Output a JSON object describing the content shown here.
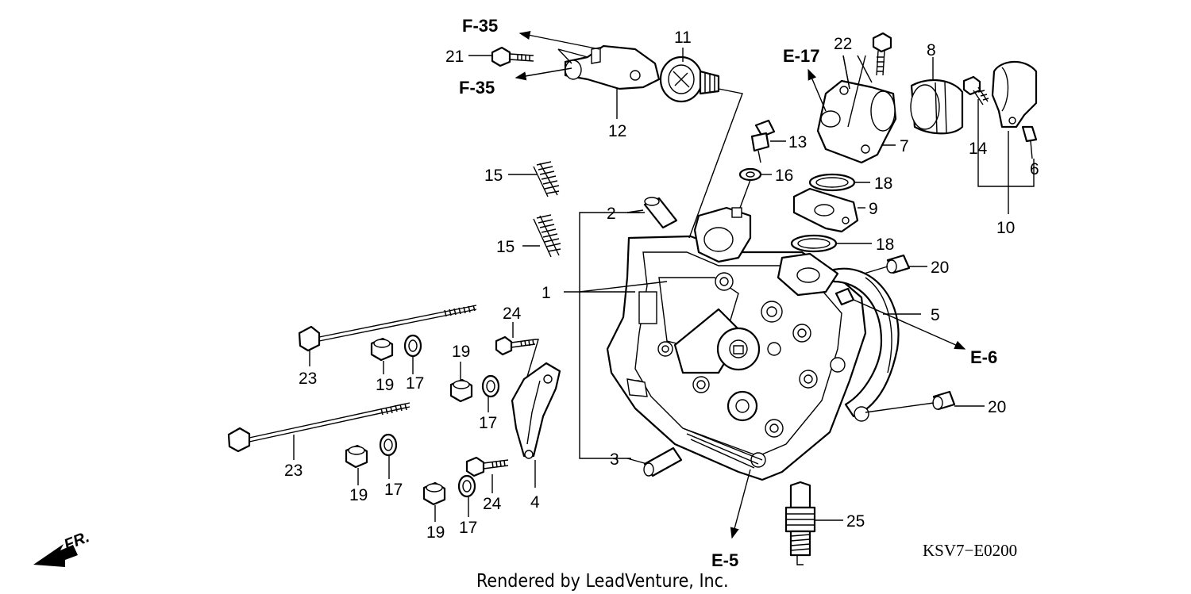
{
  "part_labels": {
    "p1": "1",
    "p2": "2",
    "p3": "3",
    "p4": "4",
    "p5": "5",
    "p6": "6",
    "p7": "7",
    "p8": "8",
    "p9": "9",
    "p10": "10",
    "p11": "11",
    "p12": "12",
    "p13": "13",
    "p14": "14",
    "p15": "15",
    "p16": "16",
    "p17": "17",
    "p18": "18",
    "p19": "19",
    "p20": "20",
    "p21": "21",
    "p22": "22",
    "p23": "23",
    "p24": "24",
    "p25": "25"
  },
  "references": {
    "f35": "F-35",
    "e17": "E-17",
    "e6": "E-6",
    "e5": "E-5"
  },
  "front_marker": "FR.",
  "diagram_code": "KSV7−E0200",
  "credit": "Rendered by LeadVenture, Inc."
}
